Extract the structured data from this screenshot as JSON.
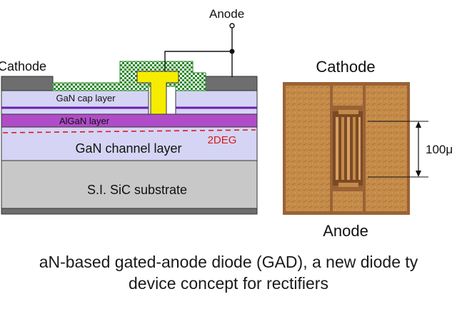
{
  "cross_section": {
    "anode_label": "Anode",
    "cathode_label": "Cathode",
    "layers": {
      "gan_cap": "GaN cap layer",
      "algan": "AlGaN layer",
      "two_deg": "2DEG",
      "gan_channel": "GaN channel layer",
      "substrate": "S.I. SiC substrate"
    }
  },
  "micrograph": {
    "top_label": "Cathode",
    "bottom_label": "Anode",
    "scale_label": "100μ"
  },
  "caption": {
    "line1": "aN-based gated-anode diode (GAD), a new diode ty",
    "line2": "device concept for rectifiers"
  },
  "colors": {
    "substrate": "#c8c8c8",
    "gan_channel": "#d6d4f4",
    "algan": "#b04cc8",
    "gan_cap": "#d6d4f4",
    "two_deg_line": "#d41c1c",
    "two_deg_text": "#d41c1c",
    "anode_metal": "#f5ec00",
    "passivation": "#2a8a2a",
    "cathode_metal": "#6e6e6e",
    "chip_gold": "#c48a48",
    "chip_background": "#9a6236"
  }
}
